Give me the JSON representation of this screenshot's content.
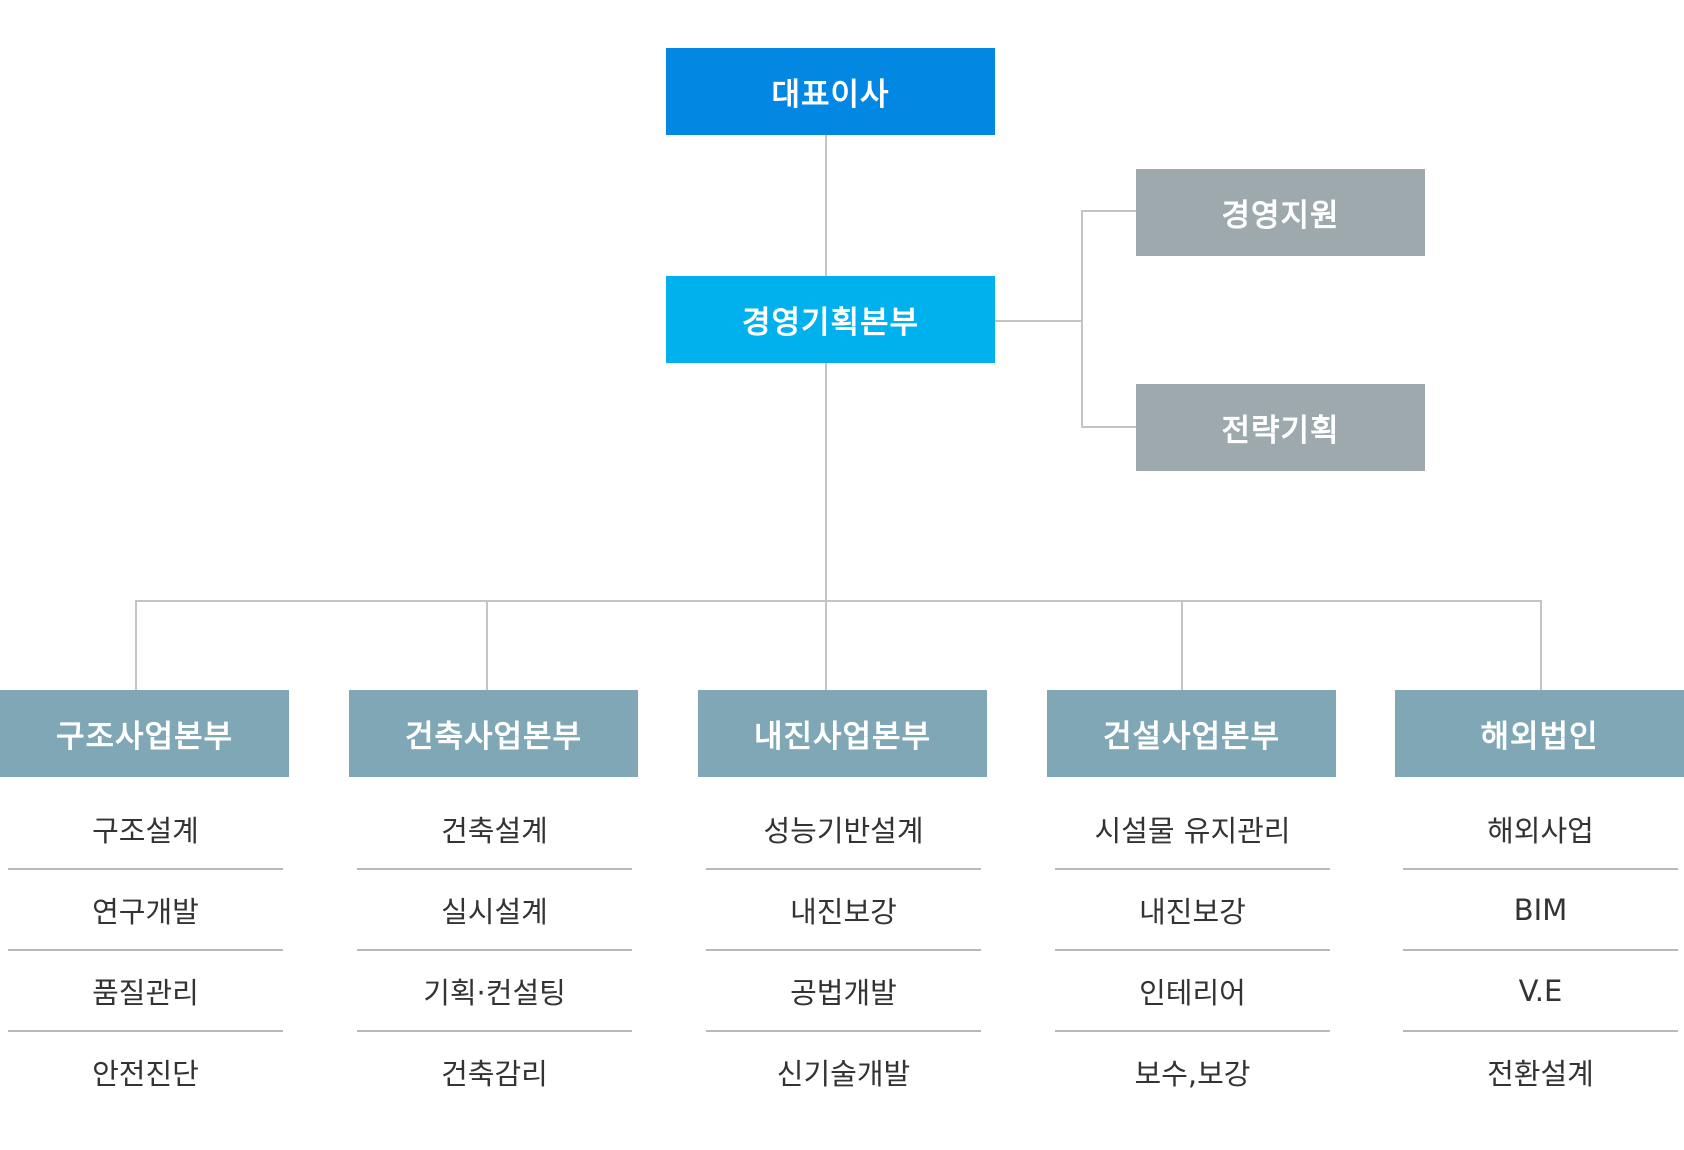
{
  "ceo": {
    "label": "대표이사"
  },
  "hq": {
    "label": "경영기획본부"
  },
  "staff": [
    {
      "label": "경영지원"
    },
    {
      "label": "전략기획"
    }
  ],
  "divisions": [
    {
      "label": "구조사업본부",
      "items": [
        "구조설계",
        "연구개발",
        "품질관리",
        "안전진단"
      ]
    },
    {
      "label": "건축사업본부",
      "items": [
        "건축설계",
        "실시설계",
        "기획·컨설팅",
        "건축감리"
      ]
    },
    {
      "label": "내진사업본부",
      "items": [
        "성능기반설계",
        "내진보강",
        "공법개발",
        "신기술개발"
      ]
    },
    {
      "label": "건설사업본부",
      "items": [
        "시설물 유지관리",
        "내진보강",
        "인테리어",
        "보수,보강"
      ]
    },
    {
      "label": "해외법인",
      "items": [
        "해외사업",
        "BIM",
        "V.E",
        "전환설계"
      ]
    }
  ],
  "colors": {
    "ceo": "#0287e2",
    "hq": "#00b1ee",
    "staff": "#9ea9ae",
    "division": "#7fa7b6",
    "connector": "#c4c4c4"
  }
}
